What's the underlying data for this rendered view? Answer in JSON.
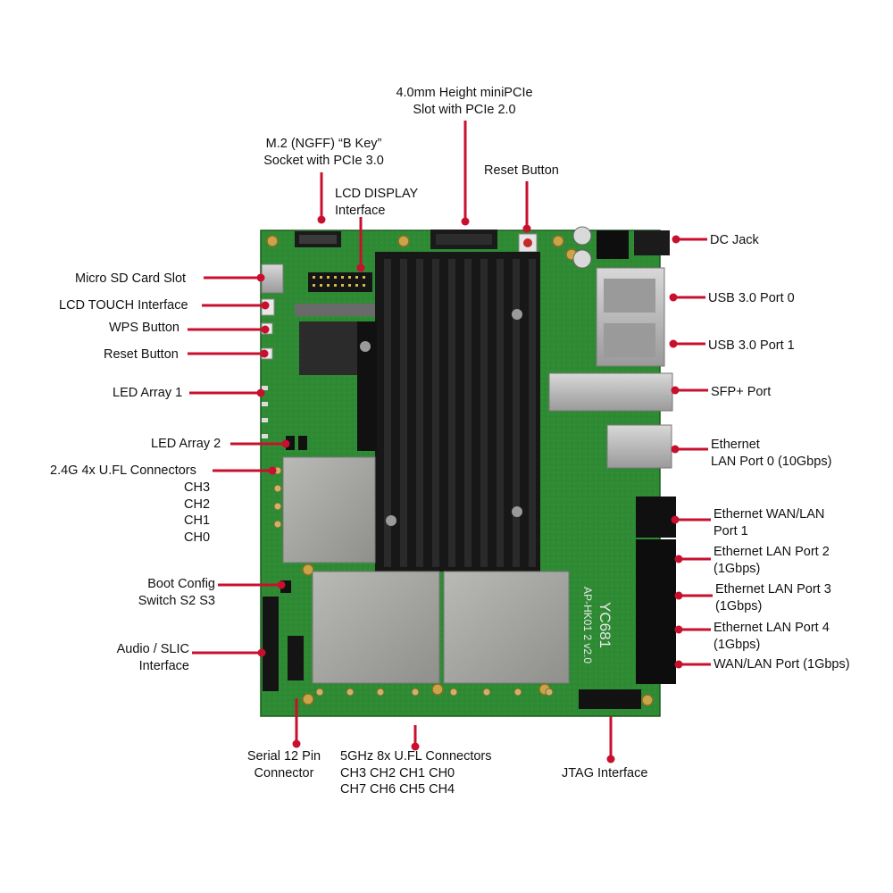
{
  "colors": {
    "callout": "#c8102e",
    "pcb": "#2f8a34",
    "pcb_dark": "#21691f",
    "heatsink": "#171717",
    "shield": "#a9a9a6",
    "port_metal": "#bdbdbd"
  },
  "board": {
    "silkscreen_model": "YC681",
    "silkscreen_name": "AP-HK01 2 v2.0"
  },
  "callouts": {
    "minipcie": [
      "4.0mm  Height  miniPCIe",
      "Slot with PCIe 2.0"
    ],
    "m2": [
      "M.2 (NGFF) “B Key”",
      "Socket with PCIe 3.0"
    ],
    "lcd_display": [
      "LCD  DISPLAY",
      "Interface"
    ],
    "reset_top": [
      "Reset Button"
    ],
    "dc_jack": [
      "DC Jack"
    ],
    "usb0": [
      "USB 3.0 Port 0"
    ],
    "usb1": [
      "USB 3.0 Port 1"
    ],
    "sfp": [
      "SFP+ Port"
    ],
    "eth0": [
      "Ethernet",
      "LAN Port 0 (10Gbps)"
    ],
    "eth_wan1": [
      "Ethernet WAN/LAN",
      "Port 1"
    ],
    "eth_lan2": [
      "Ethernet LAN Port 2",
      "(1Gbps)"
    ],
    "eth_lan3": [
      "Ethernet LAN Port 3",
      "(1Gbps)"
    ],
    "eth_lan4": [
      "Ethernet LAN Port 4",
      "(1Gbps)"
    ],
    "wan_lan": [
      "WAN/LAN Port (1Gbps)"
    ],
    "jtag": [
      "JTAG Interface"
    ],
    "ufl_5g": [
      "5GHz 8x U.FL Connectors",
      "CH3 CH2 CH1 CH0",
      "CH7 CH6 CH5 CH4"
    ],
    "serial": [
      "Serial 12 Pin",
      "Connector"
    ],
    "audio": [
      "Audio / SLIC",
      "Interface"
    ],
    "boot": [
      "Boot Config",
      "Switch S2 S3"
    ],
    "ufl_24g": [
      "2.4G 4x U.FL Connectors"
    ],
    "ufl_24g_ch": [
      "CH3",
      "CH2",
      "CH1",
      "CH0"
    ],
    "led2": [
      "LED Array 2"
    ],
    "led1": [
      "LED Array 1"
    ],
    "reset_left": [
      "Reset Button"
    ],
    "wps": [
      "WPS Button"
    ],
    "lcd_touch": [
      "LCD TOUCH Interface"
    ],
    "microsd": [
      "Micro SD  Card Slot"
    ]
  }
}
